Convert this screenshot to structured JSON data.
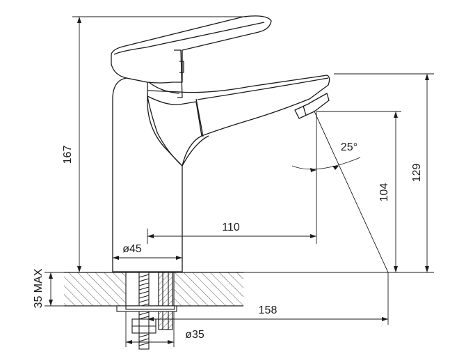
{
  "diagram": {
    "dimensions": {
      "total_height": "167",
      "spout_height": "129",
      "outlet_height": "104",
      "spout_reach": "110",
      "total_reach": "158",
      "base_diameter": "ø45",
      "hole_diameter": "ø35",
      "max_counter_thickness": "35 MAX",
      "swivel_angle": "25°"
    },
    "colors": {
      "line": "#1a1a1a",
      "hatch": "#555555",
      "background": "#ffffff"
    }
  }
}
